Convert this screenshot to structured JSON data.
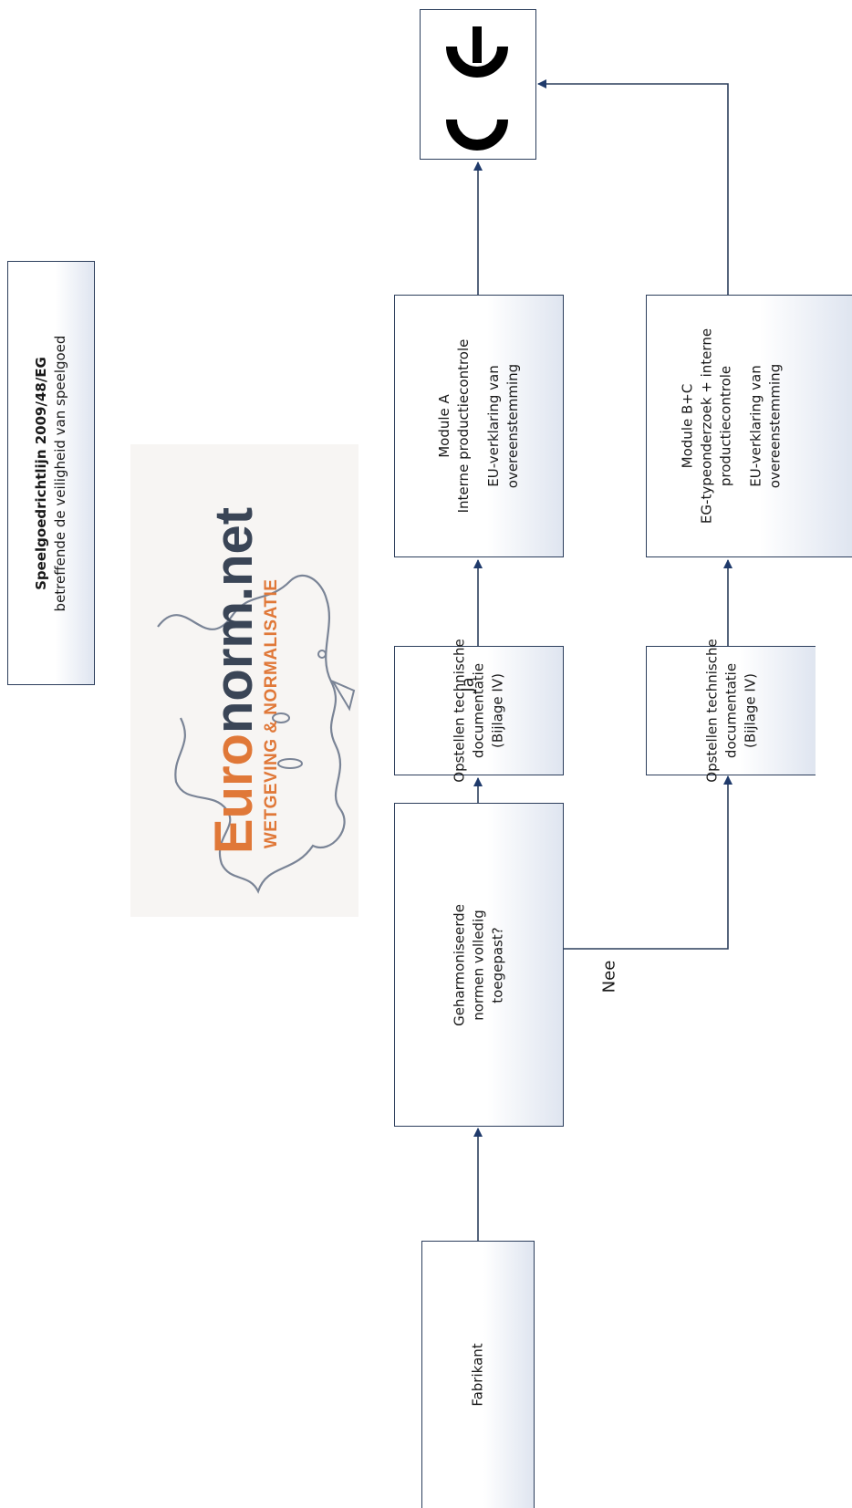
{
  "title": {
    "line1": "Speelgoedrichtlijn 2009/48/EG",
    "line2": "betreffende de veiligheid van speelgoed"
  },
  "logo": {
    "euro": "Euro",
    "norm": "norm.net",
    "tagline": "WETGEVING & NORMALISATIE"
  },
  "ce_mark": {
    "label": "CE"
  },
  "nodes": {
    "fabrikant": "Fabrikant",
    "decision": [
      "Geharmoniseerde",
      "normen volledig",
      "toegepast?"
    ],
    "docs_a": [
      "Opstellen technische",
      "documentatie",
      "(Bijlage IV)"
    ],
    "docs_b": [
      "Opstellen technische",
      "documentatie",
      "(Bijlage IV)"
    ],
    "module_a": {
      "lines": [
        "Module A",
        "Interne productiecontrole"
      ],
      "declaration": [
        "EU-verklaring van",
        "overeenstemming"
      ]
    },
    "module_bc": {
      "lines": [
        "Module B+C",
        "EG-typeonderzoek + interne",
        "productiecontrole"
      ],
      "declaration": [
        "EU-verklaring van",
        "overeenstemming"
      ]
    }
  },
  "edge_labels": {
    "yes": "Ja",
    "no": "Nee"
  },
  "colors": {
    "border": "#2c3e5c",
    "arrow": "#1f3a6b",
    "logo_orange": "#e07838",
    "logo_dark": "#3a4556"
  }
}
